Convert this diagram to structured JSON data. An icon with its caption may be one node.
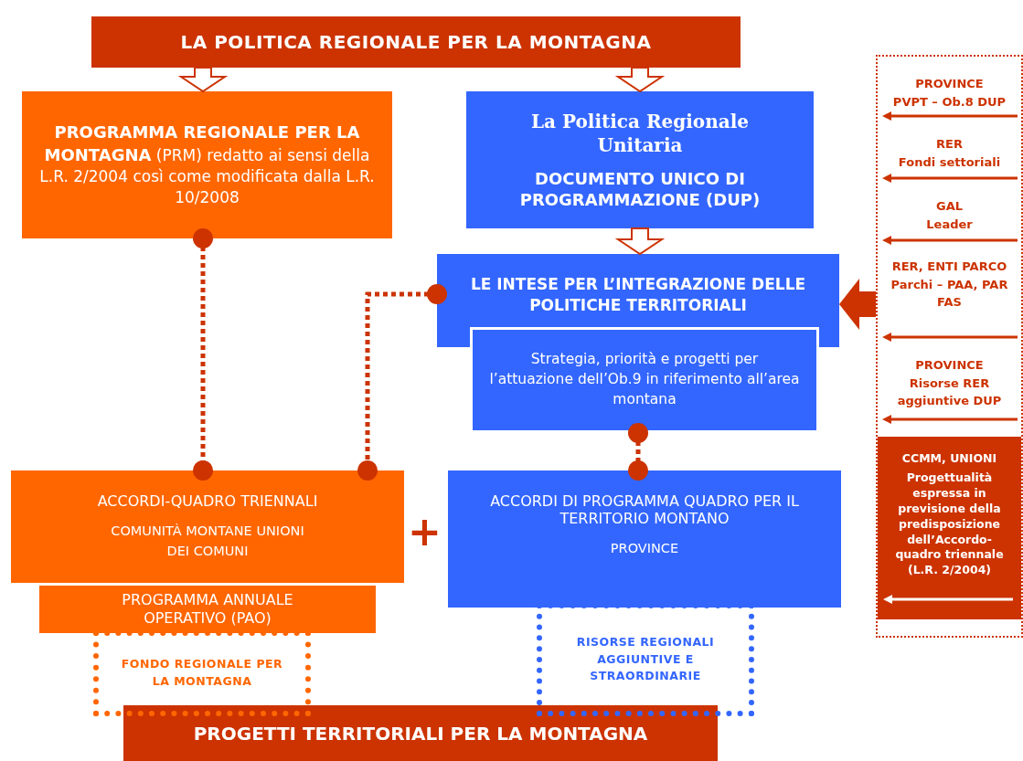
{
  "diagram": {
    "nodes": [
      {
        "text": [
          "LA POLITICA REGIONALE PER LA MONTAGNA"
        ]
      },
      {
        "text": [
          "**PROGRAMMA REGIONALE PER LA MONTAGNA** (PRM) redatto ai sensi della L.R. 2/2004 così come modificata dalla L.R. 10/2008"
        ]
      },
      {
        "text": [
          "La Politica Regionale Unitaria",
          "DOCUMENTO UNICO DI PROGRAMMAZIONE (DUP)"
        ]
      },
      {
        "text": [
          "LE INTESE PER L’INTEGRAZIONE DELLE POLITICHE TERRITORIALI"
        ]
      },
      {
        "text": [
          "Strategia, priorità e progetti per l’attuazione dell’Ob.9 in riferimento all’area montana"
        ]
      },
      {
        "text": [
          "ACCORDI-QUADRO TRIENNALI",
          "COMUNITÀ MONTANE UNIONI DEI COMUNI"
        ]
      },
      {
        "text": [
          "PROGRAMMA ANNUALE OPERATIVO (PAO)"
        ]
      },
      {
        "text": [
          "FONDO REGIONALE PER LA MONTAGNA"
        ]
      },
      {
        "text": [
          "ACCORDI DI PROGRAMMA QUADRO PER IL TERRITORIO MONTANO",
          "PROVINCE"
        ]
      },
      {
        "text": [
          "RISORSE REGIONALI AGGIUNTIVE E STRAORDINARIE"
        ]
      },
      {
        "text": [
          "PROGETTI TERRITORIALI PER LA MONTAGNA"
        ]
      },
      {
        "text": [],
        "shape": "box"
      },
      {
        "text": [
          "PROVINCE",
          "PVPT – Ob.8 DUP"
        ],
        "in": 11
      },
      {
        "text": [
          "RER",
          "Fondi settoriali"
        ],
        "in": 11
      },
      {
        "text": [
          "GAL",
          "Leader"
        ],
        "in": 11
      },
      {
        "text": [
          "RER, ENTI PARCO",
          "Parchi – PAA, PAR FAS"
        ],
        "in": 11
      },
      {
        "text": [
          "PROVINCE",
          "Risorse RER aggiuntive DUP"
        ],
        "in": 11
      },
      {
        "text": [
          "CCMM, UNIONI",
          "Progettualità espressa in previsione della predisposizione dell’Accordo-quadro triennale (L.R. 2/2004)"
        ],
        "in": 11
      }
    ],
    "edges": [
      {
        "from": 0,
        "to": 1,
        "arrow": "to",
        "style": "thick"
      },
      {
        "from": 0,
        "to": 2,
        "arrow": "to",
        "style": "thick"
      },
      {
        "from": 2,
        "to": 3,
        "arrow": "to",
        "style": "thick"
      },
      {
        "from": 11,
        "to": 3,
        "arrow": "to",
        "style": "thick",
        "color": "#cc3300"
      },
      {
        "from": 1,
        "to": 5,
        "arrow": "other",
        "style": "dashed"
      },
      {
        "from": 3,
        "to": 5,
        "arrow": "other",
        "style": "dashed"
      },
      {
        "from": 4,
        "to": 8,
        "arrow": "other",
        "style": "dashed"
      }
    ],
    "labels": [
      "+"
    ]
  }
}
